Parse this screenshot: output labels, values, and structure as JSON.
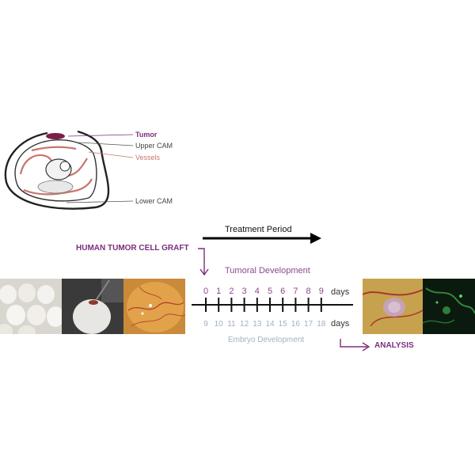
{
  "egg_labels": {
    "tumor": "Tumor",
    "upper_cam": "Upper CAM",
    "vessels": "Vessels",
    "lower_cam": "Lower CAM"
  },
  "treatment_period": "Treatment Period",
  "graft_label": "HUMAN TUMOR CELL GRAFT",
  "tumoral_development": "Tumoral Development",
  "embryo_development": "Embryo Development",
  "analysis_label": "ANALYSIS",
  "timeline": {
    "tumoral_days": [
      "0",
      "1",
      "2",
      "3",
      "4",
      "5",
      "6",
      "7",
      "8",
      "9"
    ],
    "embryo_days": [
      "9",
      "10",
      "11",
      "12",
      "13",
      "14",
      "15",
      "16",
      "17",
      "18"
    ],
    "unit": "days"
  },
  "colors": {
    "accent": "#7b2d7e",
    "tumoral_text": "#8a4a8c",
    "embryo_text": "#9fb1c3",
    "vessel": "#c9756b"
  }
}
